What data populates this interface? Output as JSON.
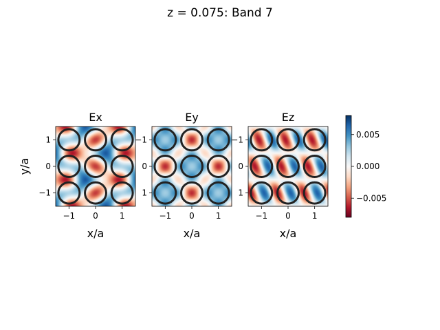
{
  "figure": {
    "title": "z = 0.075: Band 7"
  },
  "chart_data": [
    {
      "type": "heatmap",
      "title": "Ex",
      "xlabel": "x/a",
      "ylabel": "y/a",
      "xlim": [
        -1.5,
        1.5
      ],
      "ylim": [
        -1.5,
        1.5
      ],
      "xticks": [
        -1,
        0,
        1
      ],
      "yticks": [
        -1,
        0,
        1
      ],
      "xtick_labels": [
        "−1",
        "0",
        "1"
      ],
      "ytick_labels": [
        "−1",
        "0",
        "1"
      ],
      "field": "Ex",
      "rod_centers": [
        [
          -1,
          1
        ],
        [
          0,
          1
        ],
        [
          1,
          1
        ],
        [
          -1,
          0
        ],
        [
          0,
          0
        ],
        [
          1,
          0
        ],
        [
          -1,
          -1
        ],
        [
          0,
          -1
        ],
        [
          1,
          -1
        ]
      ],
      "rod_radius": 0.4
    },
    {
      "type": "heatmap",
      "title": "Ey",
      "xlabel": "x/a",
      "ylabel": "",
      "xlim": [
        -1.5,
        1.5
      ],
      "ylim": [
        -1.5,
        1.5
      ],
      "xticks": [
        -1,
        0,
        1
      ],
      "yticks": [
        -1,
        0,
        1
      ],
      "xtick_labels": [
        "−1",
        "0",
        "1"
      ],
      "ytick_labels": [
        "1",
        "0",
        "−1"
      ],
      "field": "Ey",
      "rod_centers": [
        [
          -1,
          1
        ],
        [
          0,
          1
        ],
        [
          1,
          1
        ],
        [
          -1,
          0
        ],
        [
          0,
          0
        ],
        [
          1,
          0
        ],
        [
          -1,
          -1
        ],
        [
          0,
          -1
        ],
        [
          1,
          -1
        ]
      ],
      "rod_radius": 0.4
    },
    {
      "type": "heatmap",
      "title": "Ez",
      "xlabel": "x/a",
      "ylabel": "",
      "xlim": [
        -1.5,
        1.5
      ],
      "ylim": [
        -1.5,
        1.5
      ],
      "xticks": [
        -1,
        0,
        1
      ],
      "yticks": [
        -1,
        0,
        1
      ],
      "xtick_labels": [
        "−1",
        "0",
        "1"
      ],
      "ytick_labels": [
        "1",
        "0",
        "−1"
      ],
      "field": "Ez",
      "rod_centers": [
        [
          -1,
          1
        ],
        [
          0,
          1
        ],
        [
          1,
          1
        ],
        [
          -1,
          0
        ],
        [
          0,
          0
        ],
        [
          1,
          0
        ],
        [
          -1,
          -1
        ],
        [
          0,
          -1
        ],
        [
          1,
          -1
        ]
      ],
      "rod_radius": 0.4
    }
  ],
  "colorbar": {
    "range": [
      -0.008,
      0.008
    ],
    "ticks": [
      -0.005,
      0.0,
      0.005
    ],
    "tick_labels": [
      "−0.005",
      "0.000",
      "0.005"
    ],
    "colormap": "RdBu"
  },
  "colors": {
    "rod_outline": "#222222",
    "negative": "#67001f",
    "neutral": "#f7f7f7",
    "positive": "#053061"
  }
}
